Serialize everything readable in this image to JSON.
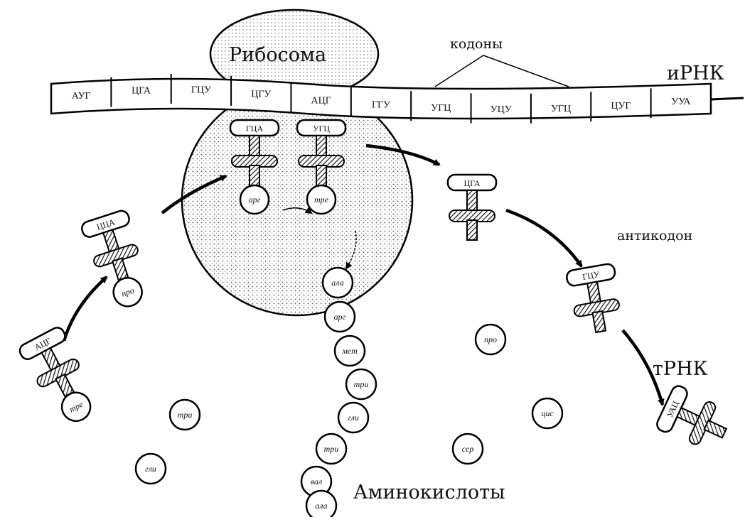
{
  "labels": {
    "ribosome": "Рибосома",
    "codons": "кодоны",
    "mrna": "иРНК",
    "anticodon": "антикодон",
    "trna": "тРНК",
    "amino_acids": "Аминокислоты"
  },
  "codons": [
    "АУГ",
    "ЦГА",
    "ГЦУ",
    "ЦГУ",
    "АЦГ",
    "ГГУ",
    "УГЦ",
    "УЦУ",
    "УГЦ",
    "ЦУГ",
    "УУА"
  ],
  "trna_molecules": [
    {
      "anticodon": "АЦГ",
      "amino_acid": "тре"
    },
    {
      "anticodon": "ЦЦА",
      "amino_acid": "про"
    },
    {
      "anticodon": "ГЦА",
      "amino_acid": "арг"
    },
    {
      "anticodon": "УГЦ",
      "amino_acid": "тре"
    },
    {
      "anticodon": "ЦГА",
      "amino_acid": ""
    },
    {
      "anticodon": "ГЦУ",
      "amino_acid": ""
    },
    {
      "anticodon": "УАЦ",
      "amino_acid": ""
    }
  ],
  "peptide_chain": [
    "ала",
    "арг",
    "мет",
    "три",
    "гли",
    "три",
    "вал",
    "ала"
  ],
  "free_amino_acids": [
    "три",
    "гли",
    "про",
    "цис",
    "сер"
  ]
}
